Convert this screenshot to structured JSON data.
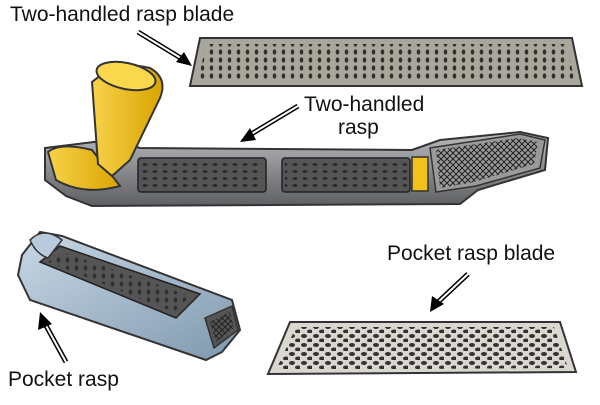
{
  "labels": {
    "two_handled_rasp_blade": "Two-handled rasp blade",
    "two_handled_rasp_line1": "Two-handled",
    "two_handled_rasp_line2": "rasp",
    "pocket_rasp_blade": "Pocket rasp blade",
    "pocket_rasp": "Pocket rasp"
  },
  "colors": {
    "handle_yellow": "#f2c21b",
    "body_grey": "#7d7f82",
    "blade_grey": "#a4a196",
    "pocket_body_blue": "#9db4c8",
    "pocket_blade": "#d8d6cf"
  }
}
